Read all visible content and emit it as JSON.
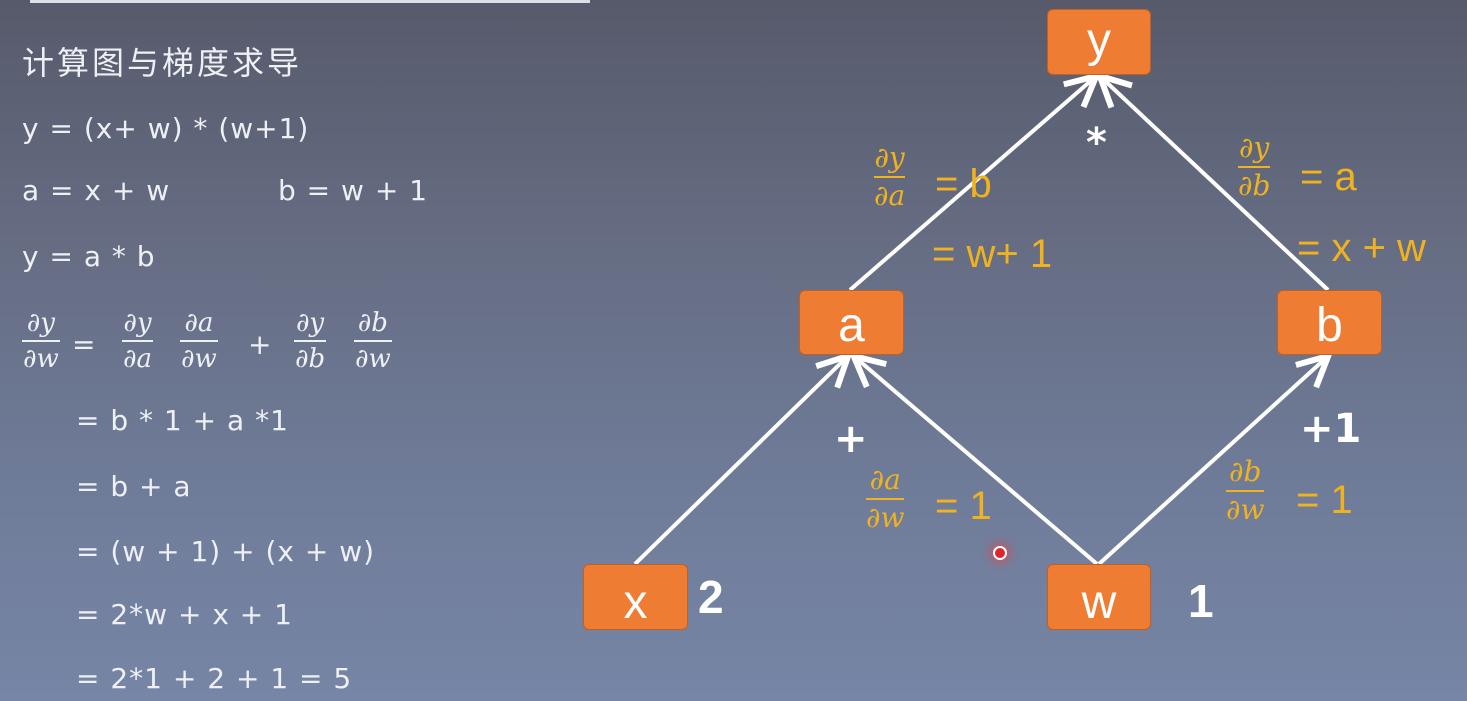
{
  "left": {
    "title": "计算图与梯度求导",
    "eq1": "y = (x+ w) * (w+1)",
    "eq2a": "a = x + w",
    "eq2b": "b = w + 1",
    "eq3": "y = a * b",
    "chain": {
      "dy": "∂y",
      "dw": "∂w",
      "da": "∂a",
      "db": "∂b",
      "eq": "=",
      "plus": "+"
    },
    "steps": [
      "= b * 1 + a *1",
      "= b + a",
      "= (w + 1) + (x + w)",
      "= 2*w + x + 1",
      "= 2*1 + 2 + 1 = 5"
    ]
  },
  "graph": {
    "nodes": {
      "y": "y",
      "a": "a",
      "b": "b",
      "x": "x",
      "w": "w"
    },
    "ops": {
      "mul": "*",
      "add": "+",
      "plus_one": "+1"
    },
    "values": {
      "x": "2",
      "w": "1"
    },
    "grads": {
      "dy_da": {
        "num": "∂y",
        "den": "∂a",
        "rhs": "= b",
        "rhs2": "= w+ 1"
      },
      "dy_db": {
        "num": "∂y",
        "den": "∂b",
        "rhs": "= a",
        "rhs2": "= x + w"
      },
      "da_dw": {
        "num": "∂a",
        "den": "∂w",
        "rhs": "= 1"
      },
      "db_dw": {
        "num": "∂b",
        "den": "∂w",
        "rhs": "= 1"
      }
    },
    "colors": {
      "node_fill": "#ee7c33",
      "gradient_text": "#f0b21e",
      "edge": "#ffffff"
    }
  }
}
